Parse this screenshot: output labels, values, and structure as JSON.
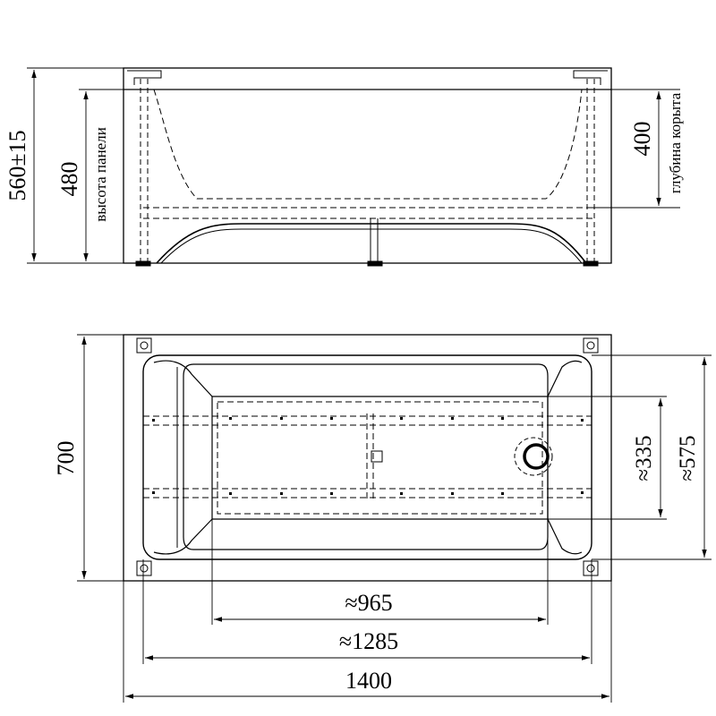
{
  "side_view": {
    "overall_height": "560±15",
    "panel_height_value": "480",
    "panel_height_label": "высота панели",
    "depth_value": "400",
    "depth_label": "глубина корыта"
  },
  "top_view": {
    "width": "700",
    "interior_width": "≈335",
    "rim_width": "≈575",
    "bottom_length": "≈965",
    "interior_length": "≈1285",
    "overall_length": "1400"
  }
}
